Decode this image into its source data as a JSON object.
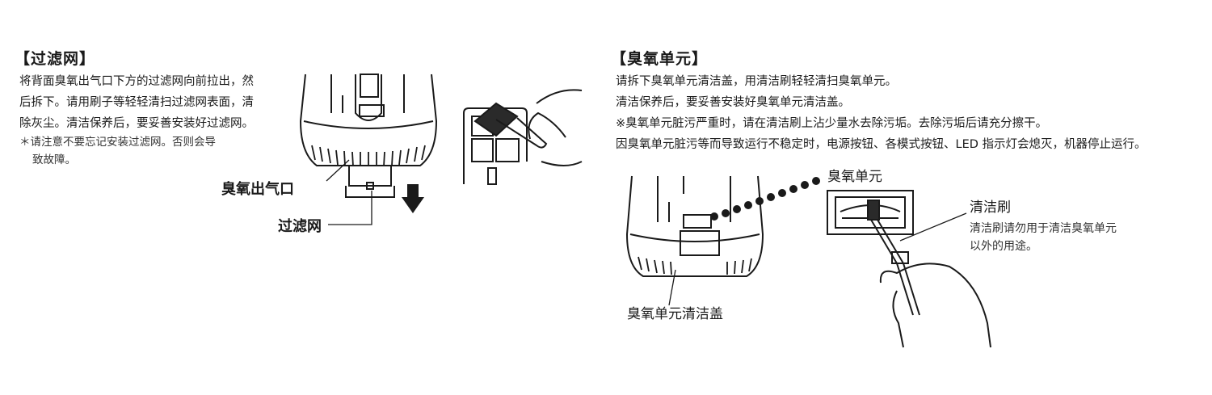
{
  "left": {
    "heading": "【过滤网】",
    "lines": [
      "将背面臭氧出气口下方的过滤网向前拉出，然",
      "后拆下。请用刷子等轻轻清扫过滤网表面，清",
      "除灰尘。清洁保养后，要妥善安装好过滤网。"
    ],
    "note_lines": [
      "＊请注意不要忘记安装过滤网。否则会导",
      "致故障。"
    ],
    "label_outlet": "臭氧出气口",
    "label_filter": "过滤网"
  },
  "right": {
    "heading": "【臭氧单元】",
    "lines": [
      "请拆下臭氧单元清洁盖，用清洁刷轻轻清扫臭氧单元。",
      "清洁保养后，要妥善安装好臭氧单元清洁盖。",
      "※臭氧单元脏污严重时，请在清洁刷上沾少量水去除污垢。去除污垢后请充分擦干。",
      "因臭氧单元脏污等而导致运行不稳定时，电源按钮、各模式按钮、LED 指示灯会熄灭，机器停止运行。"
    ],
    "label_unit": "臭氧单元",
    "label_brush": "清洁刷",
    "brush_note_lines": [
      "清洁刷请勿用于清洁臭氧单元",
      "以外的用途。"
    ],
    "label_cover": "臭氧单元清洁盖"
  }
}
